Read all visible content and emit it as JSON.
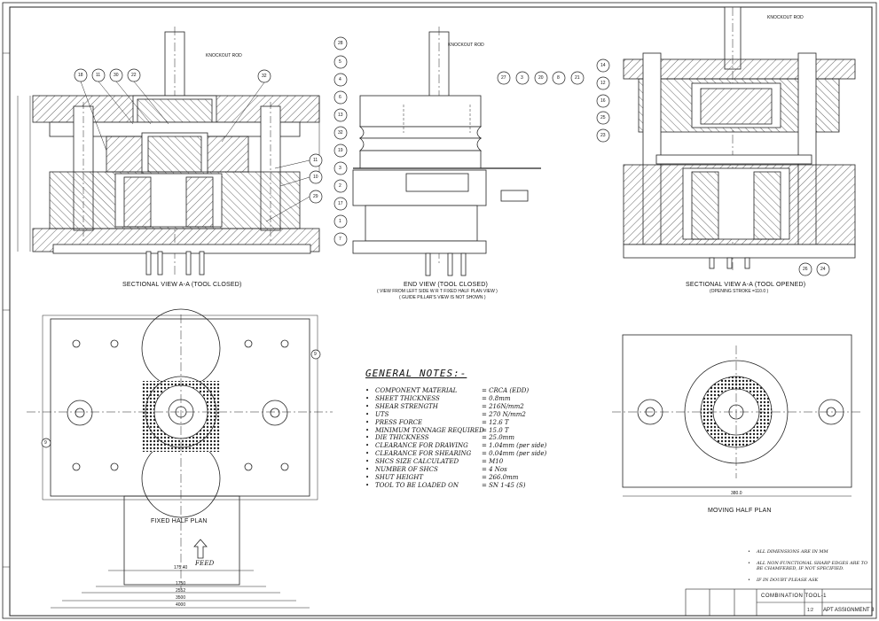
{
  "views": {
    "section_closed": {
      "title": "SECTIONAL VIEW  A-A (TOOL CLOSED)"
    },
    "end_view": {
      "title": "END VIEW (TOOL CLOSED)",
      "sub1": "( VIEW FROM LEFT SIDE W R T FIXED HALF PLAN VIEW )",
      "sub2": "( GUIDE PILLAR'S VIEW IS NOT SHOWN )"
    },
    "section_opened": {
      "title": "SECTIONAL VIEW A-A (TOOL OPENED)",
      "sub": "(OPENING STROKE =110.0 )"
    },
    "fixed_half": {
      "title": "FIXED HALF PLAN",
      "feed": "FEED"
    },
    "moving_half": {
      "title": "MOVING HALF PLAN"
    }
  },
  "general_notes": {
    "title": "GENERAL NOTES:-",
    "items": [
      {
        "k": "COMPONENT MATERIAL",
        "v": "= CRCA (EDD)"
      },
      {
        "k": "SHEET THICKNESS",
        "v": "= 0.8mm"
      },
      {
        "k": "SHEAR STRENGTH",
        "v": "= 216N/mm2"
      },
      {
        "k": "UTS",
        "v": "= 270 N/mm2"
      },
      {
        "k": "PRESS FORCE",
        "v": "= 12.6  T"
      },
      {
        "k": "MINIMUM TONNAGE REQUIRED",
        "v": "= 15.0  T"
      },
      {
        "k": "DIE THICKNESS",
        "v": "= 25.0mm"
      },
      {
        "k": "CLEARANCE FOR DRAWING",
        "v": "= 1.04mm (per side)"
      },
      {
        "k": "CLEARANCE FOR SHEARING",
        "v": "= 0.04mm (per side)"
      },
      {
        "k": "SHCS SIZE CALCULATED",
        "v": "= M10"
      },
      {
        "k": "NUMBER OF SHCS",
        "v": "= 4 Nos"
      },
      {
        "k": "SHUT HEIGHT",
        "v": "= 266.0mm"
      },
      {
        "k": "TOOL TO BE LOADED ON",
        "v": "= SN 1-45 (S)"
      }
    ]
  },
  "remarks": [
    "ALL DIMENSIONS ARE IN MM",
    "ALL NON-FUNCTIONAL SHARP EDGES ARE TO BE CHAMFERED, IF NOT SPECIFIED.",
    "IF IN DOUBT PLEASE ASK"
  ],
  "title_block": {
    "drawing_title": "COMBINATION TOOL-1",
    "assignment": "APT ASSIGNMENT 3",
    "scale": "1:2"
  },
  "balloons": {
    "section_closed": [
      "18",
      "11",
      "30",
      "22",
      "32",
      "11",
      "10",
      "29"
    ],
    "end_view": [
      "28",
      "5",
      "4",
      "6",
      "13",
      "32",
      "19",
      "3",
      "2",
      "17",
      "1",
      "7",
      "27",
      "3",
      "20",
      "8",
      "21"
    ],
    "section_opened": [
      "14",
      "12",
      "16",
      "25",
      "23",
      "26",
      "24"
    ],
    "plan": [
      "9",
      "9"
    ]
  },
  "dimensions": {
    "fixed_width_a": "175.40",
    "fixed_width_b": "1750",
    "fixed_width_c": "2552",
    "fixed_width_d": "3500",
    "fixed_width_e": "4000",
    "moving_width": "380.0",
    "knockout_label": "KNOCKOUT ROD"
  }
}
